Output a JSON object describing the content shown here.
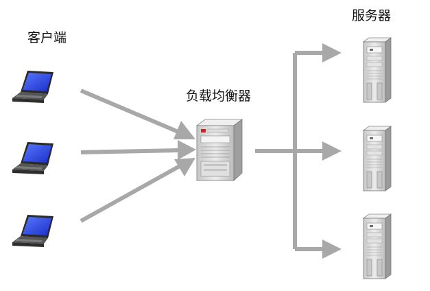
{
  "labels": {
    "clients": "客户端",
    "load_balancer": "负载均衡器",
    "servers": "服务器"
  },
  "colors": {
    "arrow": "#a8a8a8",
    "laptop_screen": "#1e3fe0",
    "laptop_body": "#3c3c3c",
    "server_body": "#d6d6d6",
    "server_shade": "#a9a9a9"
  },
  "icons": {
    "client": "laptop-icon",
    "load_balancer": "server-tower-icon",
    "server": "server-tower-icon"
  }
}
